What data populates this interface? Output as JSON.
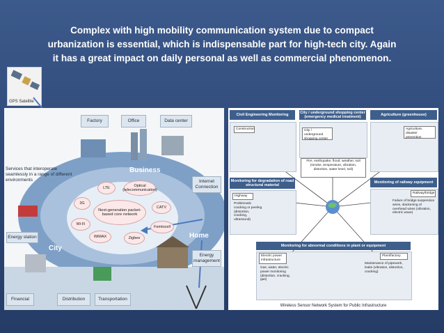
{
  "title": {
    "line1": "Complex with high mobility communication  system due to compact",
    "line2": "urbanization is essential,  which is indispensable part for high-tech city. Again",
    "line3": "it has a great impact on daily personal as well as commercial phenomenon."
  },
  "satellite": {
    "label": "GPS Satellite"
  },
  "left": {
    "factory": "Factory",
    "office": "Office",
    "data_center": "Data center",
    "services": "Services that interoperate seamlessly in a range of different environments",
    "business": "Business",
    "internet": "Internet Connection",
    "energy_station": "Energy station",
    "city": "City",
    "home": "Home",
    "energy_mgmt": "Energy management",
    "financial": "Financial",
    "distribution": "Distribution",
    "transportation": "Transportation",
    "core": "Next-generation packet-based core network",
    "nets": [
      "LTE",
      "Optical (telecommunication)",
      "3G",
      "CATV",
      "Wi-Fi",
      "Femtocell",
      "WiMAX",
      "Zigbee"
    ]
  },
  "right": {
    "civil": "Civil Engineering Monitoring",
    "city_ug": "City / underground shopping center (emergency medical treatment)",
    "agri": "Agriculture (greenhouse)",
    "construction": "Construction",
    "city_ug_box": "City / underground shopping center",
    "agri_box": "Agriculture, disaster prevention",
    "center": "Fire, earthquake, flood, weather, soil (smoke, temperature, vibration, distortion, water level, soil)",
    "road": "Monitoring for degradation of road structural material",
    "railway": "Monitoring of railway equipment",
    "highway": "Highway",
    "highway_desc": "Problematic cracking or peeling (distortion, cracking, ultrasound)",
    "rail_box": "Railway/bridge",
    "rail_desc": "Failure of bridge suspension wires, slackening of overhead wires (vibration, electric wave)",
    "plant": "Monitoring for abnormal conditions in plant or equipment",
    "electric": "Electric power infrastructure",
    "electric_desc": "Gas, water, electric power monitoring (distortion, cracking, gas)",
    "plant_box": "Plant/factory",
    "plant_desc": "Maintenance of pipework, leaks (vibration, distortion, cracking)",
    "caption": "Wireless Sensor Network System for Public Infrastructure"
  }
}
